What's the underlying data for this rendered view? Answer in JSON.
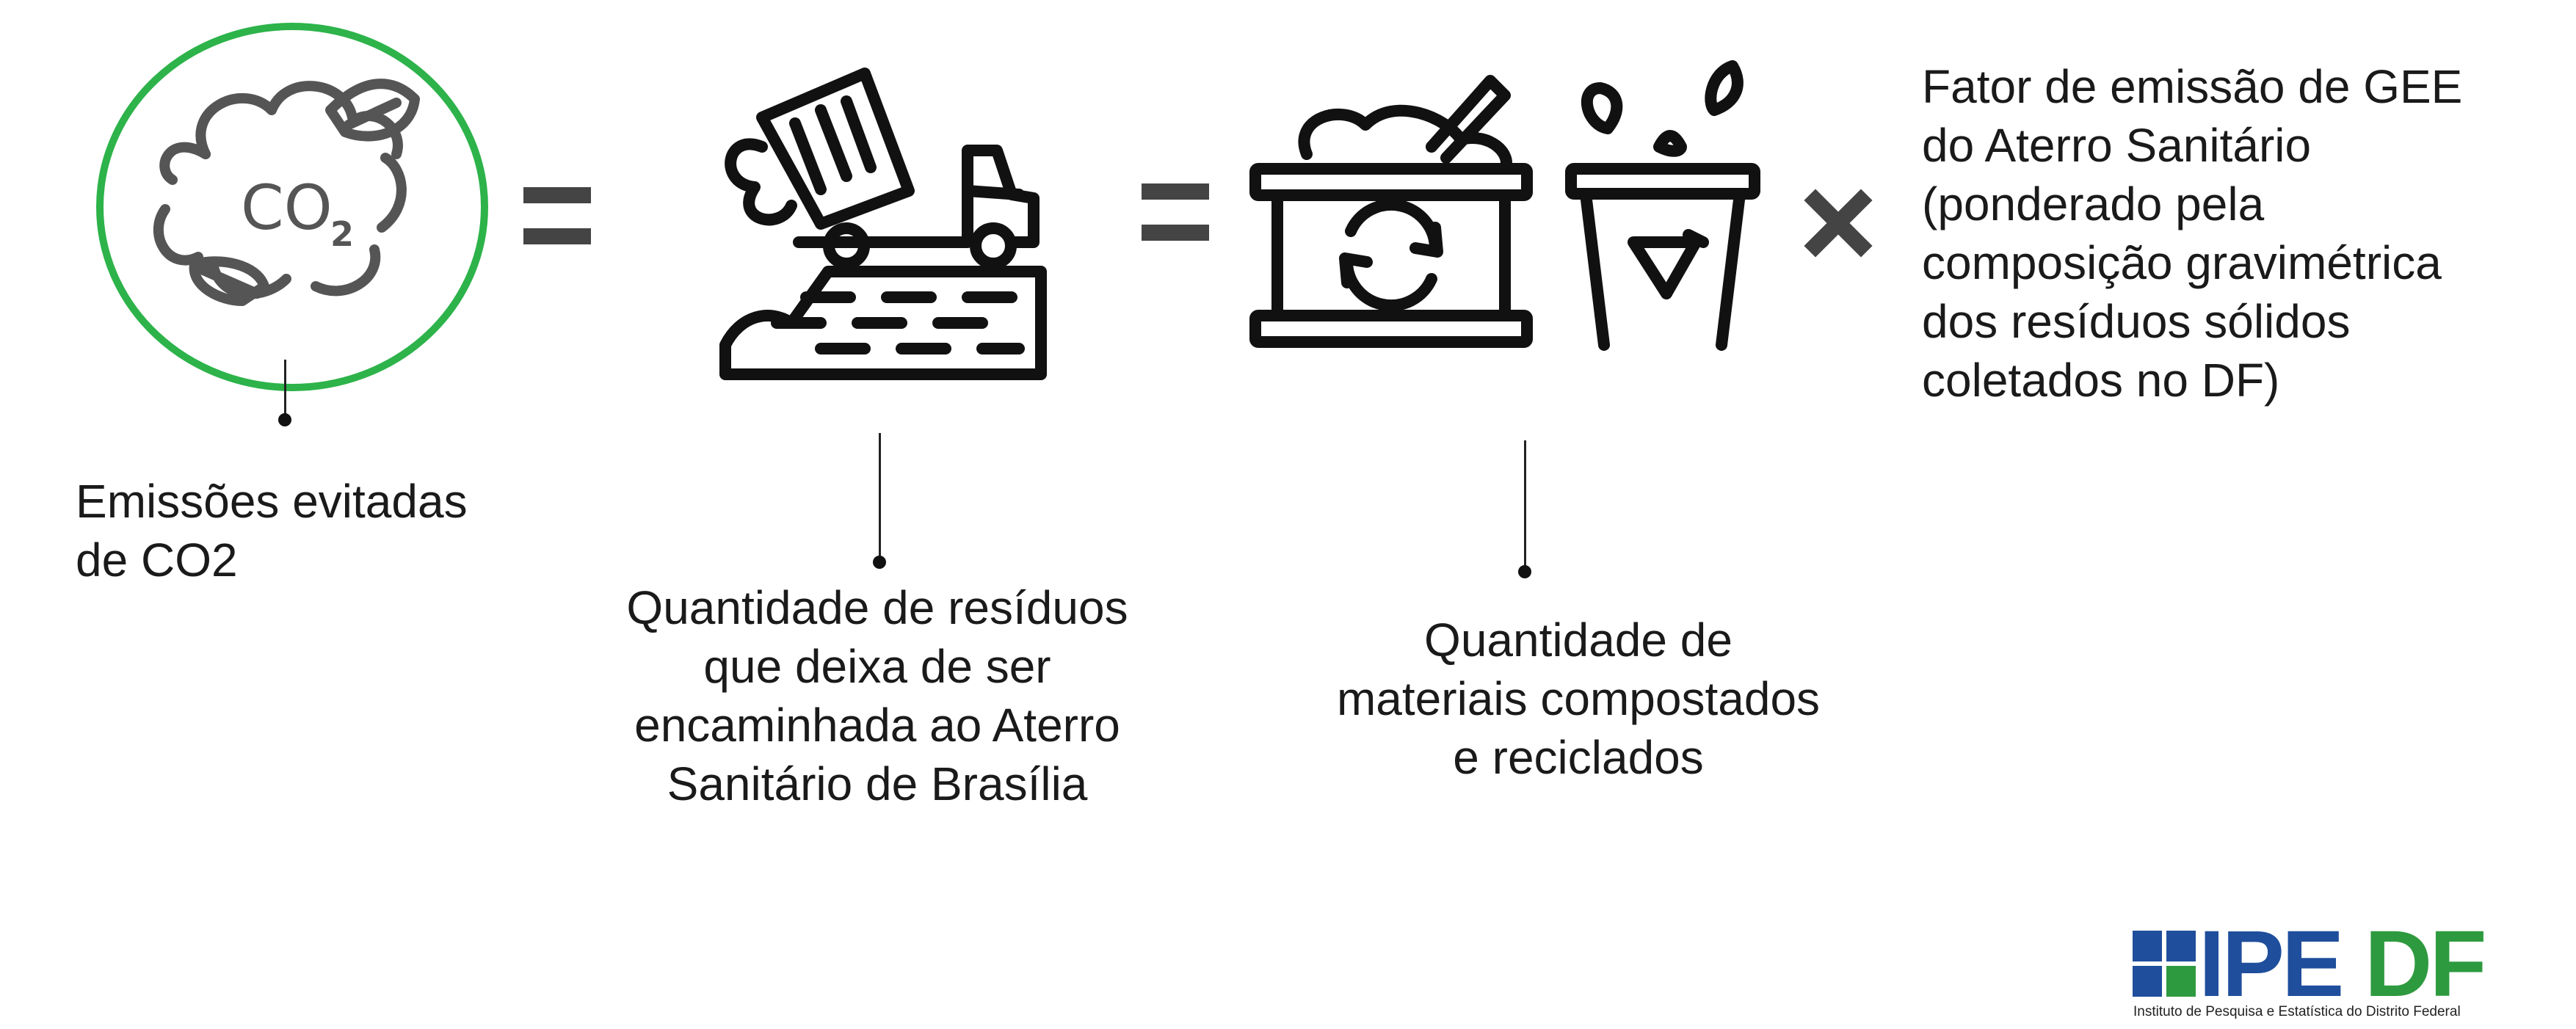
{
  "labels": {
    "co2_avoided": "Emissões evitadas\nde CO2",
    "landfill_waste": "Quantidade de resíduos\nque deixa de ser\nencaminhada ao Aterro\nSanitário de Brasília",
    "composted_recycled": "Quantidade de\nmateriais compostados\ne reciclados",
    "emission_factor": "Fator de emissão de GEE\ndo Aterro Sanitário\n(ponderado pela\ncomposição gravimétrica\ndos resíduos sólidos\ncoletados no DF)"
  },
  "icons": {
    "co2": "co2-cloud-icon",
    "landfill": "dump-truck-landfill-icon",
    "compost": "compost-bin-icon",
    "recycle": "recycle-bin-icon"
  },
  "logo": {
    "text": "IPEDF",
    "subtitle": "Instituto de Pesquisa e Estatística do Distrito Federal",
    "color_blue": "#1f4e9c",
    "color_green": "#2e9a3f"
  },
  "colors": {
    "circle_border": "#2db34a",
    "operator": "#444444",
    "icon_gray": "#555555",
    "icon_black": "#111111"
  }
}
